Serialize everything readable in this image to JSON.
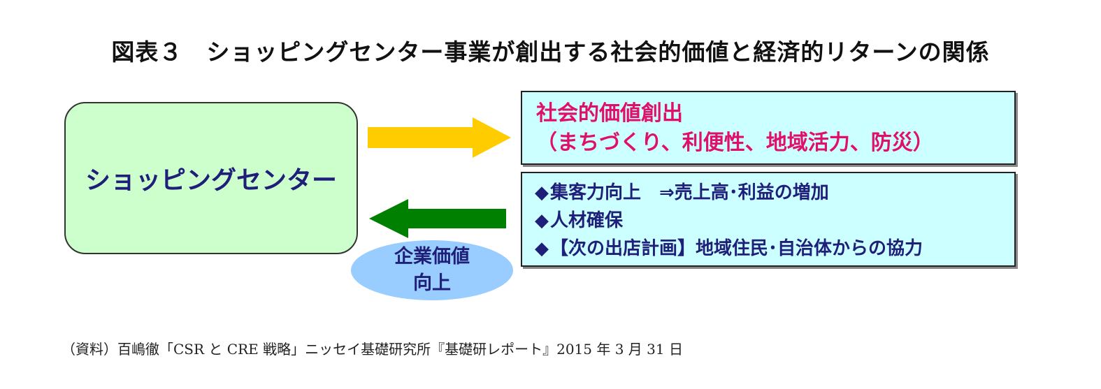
{
  "title": "図表３　ショッピングセンター事業が創出する社会的価値と経済的リターンの関係",
  "shopping_center": {
    "label": "ショッピングセンター",
    "fill_color": "#ccffcc"
  },
  "social_value": {
    "title": "社会的価値創出",
    "detail": "（まちづくり、利便性、地域活力、防災）",
    "text_color": "#e0106a",
    "fill_color": "#ccffff"
  },
  "corporate_value": {
    "line1": "企業価値",
    "line2": "向上",
    "fill_color": "#99ccff"
  },
  "returns": {
    "bullet": "◆",
    "items": [
      "集客力向上　⇒売上高･利益の増加",
      "人材確保",
      "【次の出店計画】地域住民･自治体からの協力"
    ]
  },
  "arrows": {
    "to_social": {
      "direction": "right",
      "color": "#ffcc00"
    },
    "to_center": {
      "direction": "left",
      "color": "#008000"
    }
  },
  "source": "（資料）百嶋徹「CSR と CRE 戦略」ニッセイ基礎研究所『基礎研レポート』2015 年 3 月 31 日"
}
